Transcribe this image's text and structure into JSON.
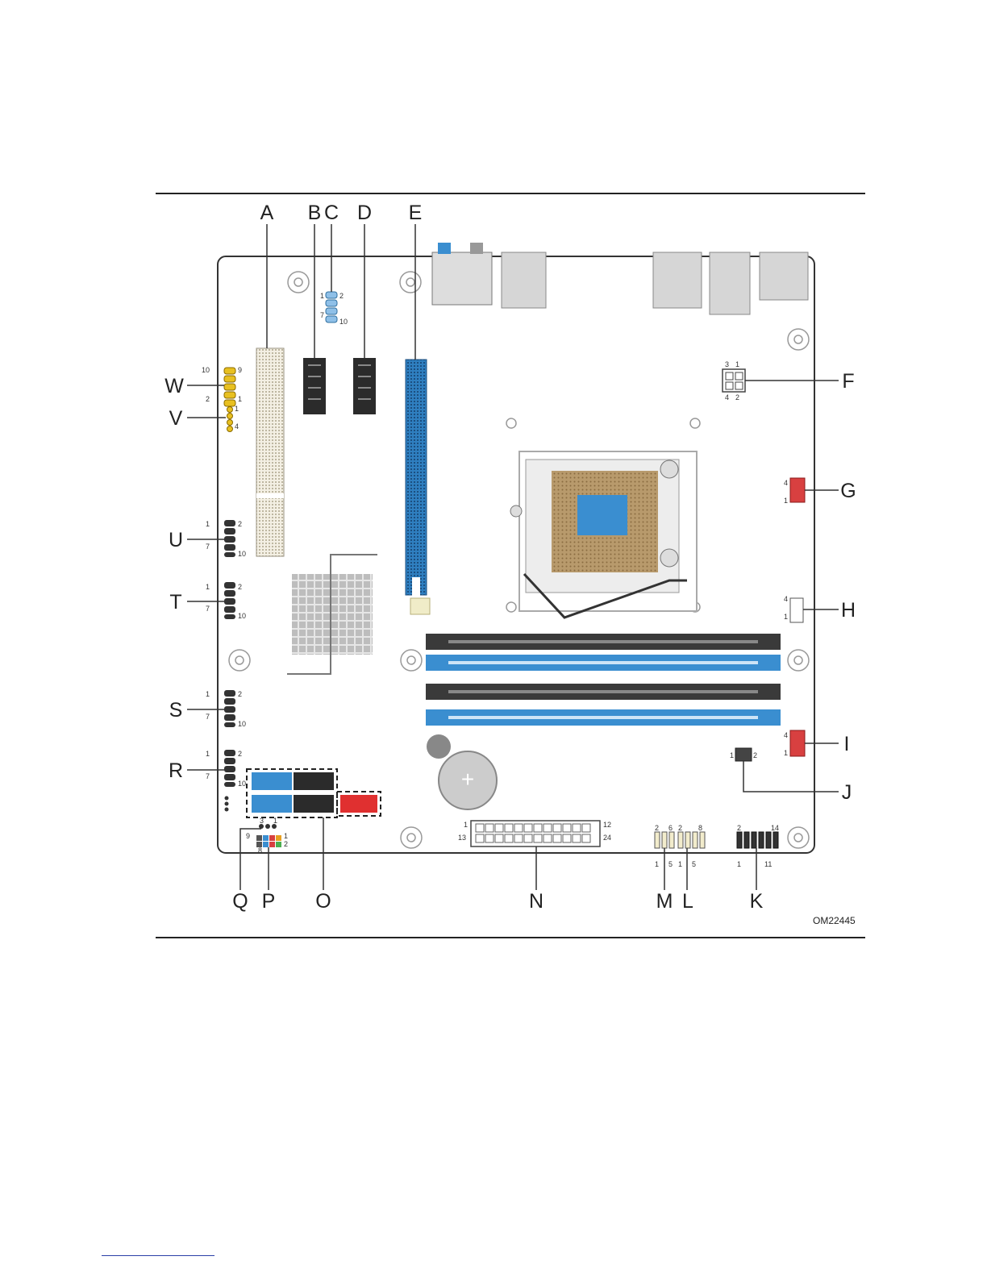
{
  "figure": {
    "id": "OM22445",
    "callouts": {
      "A": "A",
      "B": "B",
      "C": "C",
      "D": "D",
      "E": "E",
      "F": "F",
      "G": "G",
      "H": "H",
      "I": "I",
      "J": "J",
      "K": "K",
      "L": "L",
      "M": "M",
      "N": "N",
      "O": "O",
      "P": "P",
      "Q": "Q",
      "R": "R",
      "S": "S",
      "T": "T",
      "U": "U",
      "V": "V",
      "W": "W"
    },
    "pin_labels": {
      "c_1": "1",
      "c_2": "2",
      "c_7": "7",
      "c_10": "10",
      "f_3": "3",
      "f_1": "1",
      "f_4": "4",
      "f_2": "2",
      "g_4": "4",
      "g_1": "1",
      "h_4": "4",
      "h_1": "1",
      "i_4": "4",
      "i_1": "1",
      "j_1": "1",
      "j_2": "2",
      "w_10": "10",
      "w_9": "9",
      "w_2": "2",
      "w_1": "1",
      "v_1": "1",
      "v_4": "4",
      "u_1": "1",
      "u_2": "2",
      "u_7": "7",
      "u_10": "10",
      "t_1": "1",
      "t_2": "2",
      "t_7": "7",
      "t_10": "10",
      "s_1": "1",
      "s_2": "2",
      "s_7": "7",
      "s_10": "10",
      "r_1": "1",
      "r_2": "2",
      "r_7": "7",
      "r_10": "10",
      "n_1": "1",
      "n_12": "12",
      "n_13": "13",
      "n_24": "24",
      "m_2": "2",
      "m_6": "6",
      "m_1": "1",
      "m_5": "5",
      "l_2": "2",
      "l_8": "8",
      "l_1": "1",
      "l_5": "5",
      "k_2": "2",
      "k_14": "14",
      "k_1": "1",
      "k_11": "11",
      "q_3": "3",
      "q_1": "1",
      "p_9": "9",
      "p_1": "1",
      "p_8": "8",
      "p_2": "2"
    }
  },
  "colors": {
    "board_outline": "#333333",
    "pcie_blue": "#2f7fc0",
    "dimm_black": "#3a3a3a",
    "dimm_blue": "#3a8ed0",
    "fan_red": "#d84040",
    "header_yellow": "#e8c020",
    "sata_red": "#e03030",
    "heatsink_gray": "#cfcfcf",
    "cpu_socket_brown": "#b89a6c"
  }
}
